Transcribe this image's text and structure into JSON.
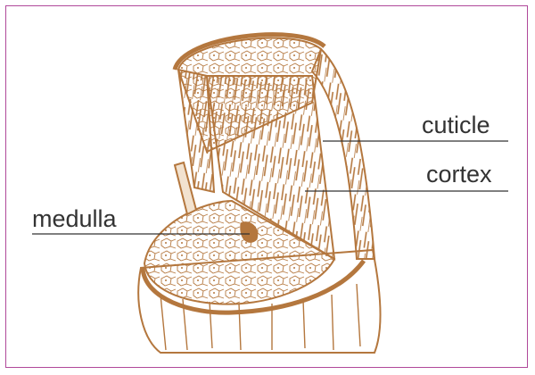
{
  "labels": {
    "cuticle": "cuticle",
    "cortex": "cortex",
    "medulla": "medulla"
  },
  "colors": {
    "frame": "#b0499a",
    "illustration": "#b4773e",
    "label_text": "#333333"
  }
}
